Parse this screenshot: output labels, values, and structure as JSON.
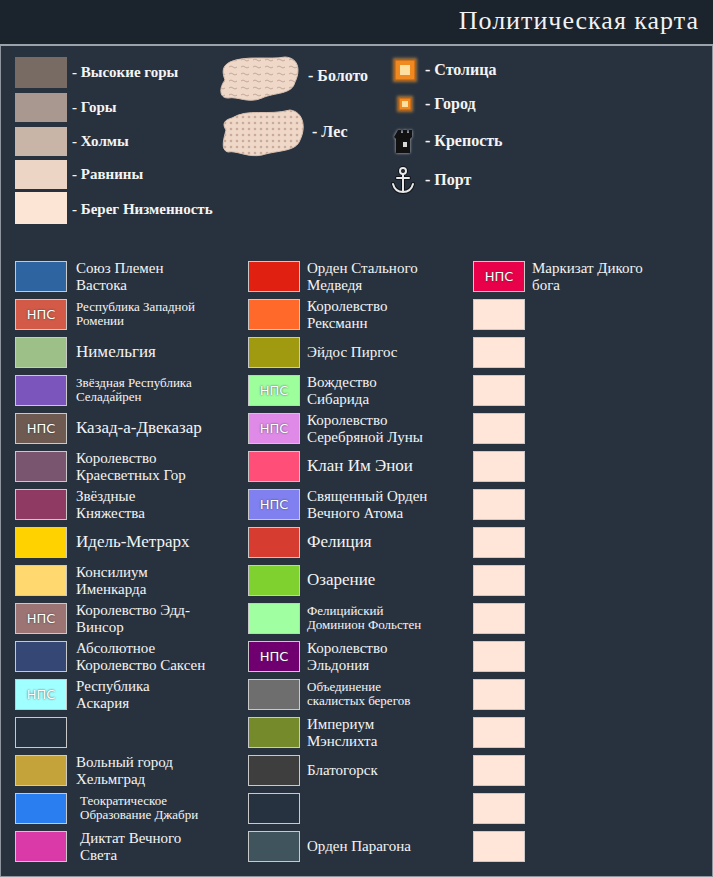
{
  "diagram": {
    "title": "Политическая карта",
    "labels": [
      "НПС",
      "НПС",
      "НПС",
      "НПС",
      "НПС",
      "НПС",
      "НПС",
      "НПС",
      "НПС"
    ],
    "legend": [
      {
        "text": "- Высокие горы",
        "color": "#776b63"
      },
      {
        "text": "- Горы",
        "color": "#a89890"
      },
      {
        "text": "- Холмы",
        "color": "#c9b5a8"
      },
      {
        "text": "- Равнины",
        "color": "#ecd5c5"
      },
      {
        "text": "- Берег Низменность",
        "color": "#fde5d6"
      },
      {
        "text": "- Болото"
      },
      {
        "text": "- Лес"
      },
      {
        "text": "- Столица"
      },
      {
        "text": "- Город"
      },
      {
        "text": "- Крепость"
      },
      {
        "text": "- Порт"
      },
      {
        "text": "Союз Племен Вастока",
        "color": "#2e64a0"
      },
      {
        "text": "Республика Западной Ромении",
        "color": "#d25a46"
      },
      {
        "text": "Нимельгия",
        "color": "#9dbf88"
      },
      {
        "text": "Звёздная Республика Селада́йрен",
        "color": "#7b55bb"
      },
      {
        "text": "Казад-а-Двеказар",
        "color": "#6e5a50"
      },
      {
        "text": "Королевство Краесветных Гор",
        "color": "#7a5570"
      },
      {
        "text": "Звёздные Княжества",
        "color": "#8e3a62"
      },
      {
        "text": "Идель-Метрарх",
        "color": "#ffd200"
      },
      {
        "text": "Консилиум Именкарда",
        "color": "#ffd870"
      },
      {
        "text": "Королевство Эдд-Винсор",
        "color": "#9c7474"
      },
      {
        "text": "Абсолютное Королевство Саксен",
        "color": "#354875"
      },
      {
        "text": "Республика Аскария",
        "color": "#a0ffff"
      },
      {
        "text": "Вольный город Хельмград",
        "color": "#c4a43a"
      },
      {
        "text": "Теократическое Образование Джабри",
        "color": "#2a7ef0"
      },
      {
        "text": "Диктат Вечного Света",
        "color": "#d93aa8"
      },
      {
        "text": "Орден Стального Медведя",
        "color": "#e02010"
      },
      {
        "text": "Королевство Рексманн",
        "color": "#ff6a2a"
      },
      {
        "text": "Эйдос Пиргос",
        "color": "#a09a10"
      },
      {
        "text": "Вождество Сибарида",
        "color": "#9cff9c"
      },
      {
        "text": "Королевство Серебряной Луны",
        "color": "#e08ae8"
      },
      {
        "text": "Клан Им Энои",
        "color": "#ff4f78"
      },
      {
        "text": "Священный Орден Вечного Атома",
        "color": "#8080f0"
      },
      {
        "text": "Фелиция",
        "color": "#d63c30"
      },
      {
        "text": "Озарение",
        "color": "#7ed12e"
      },
      {
        "text": "Фелицийский Доминион Фольстен",
        "color": "#a0ffa0"
      },
      {
        "text": "Королевство Эльдония",
        "color": "#700070"
      },
      {
        "text": "Объединение скалистых берегов",
        "color": "#6e6e6e"
      },
      {
        "text": "Империум Мэнслихта",
        "color": "#758a2a"
      },
      {
        "text": "Блатогорск",
        "color": "#3e3e3e"
      },
      {
        "text": "Орден Парагона",
        "color": "#40545e"
      },
      {
        "text": "Маркизат Дикого бога",
        "color": "#e8004a"
      }
    ]
  }
}
